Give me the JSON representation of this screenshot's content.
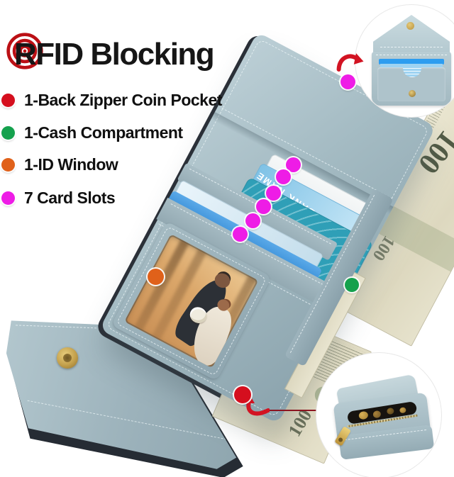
{
  "header": {
    "title": "RFID Blocking"
  },
  "features": {
    "items": [
      {
        "label": "1-Back Zipper Coin Pocket",
        "color": "#d50f1e"
      },
      {
        "label": "1-Cash Compartment",
        "color": "#14a14d"
      },
      {
        "label": "1-ID Window",
        "color": "#e0611a"
      },
      {
        "label": "7 Card Slots",
        "color": "#ee1ce6"
      }
    ]
  },
  "markers": {
    "card_slot_color": "#ee1ce6",
    "cash_compartment_color": "#14a14d",
    "id_window_color": "#e0611a",
    "coin_pocket_color": "#d50f1e",
    "arrow_color": "#d21322",
    "leader_color": "#8c1420",
    "rfid_icon_color": "#bb1015"
  },
  "wallet": {
    "bank_card_label": "BANK NAME",
    "bill_denomination": "100"
  }
}
